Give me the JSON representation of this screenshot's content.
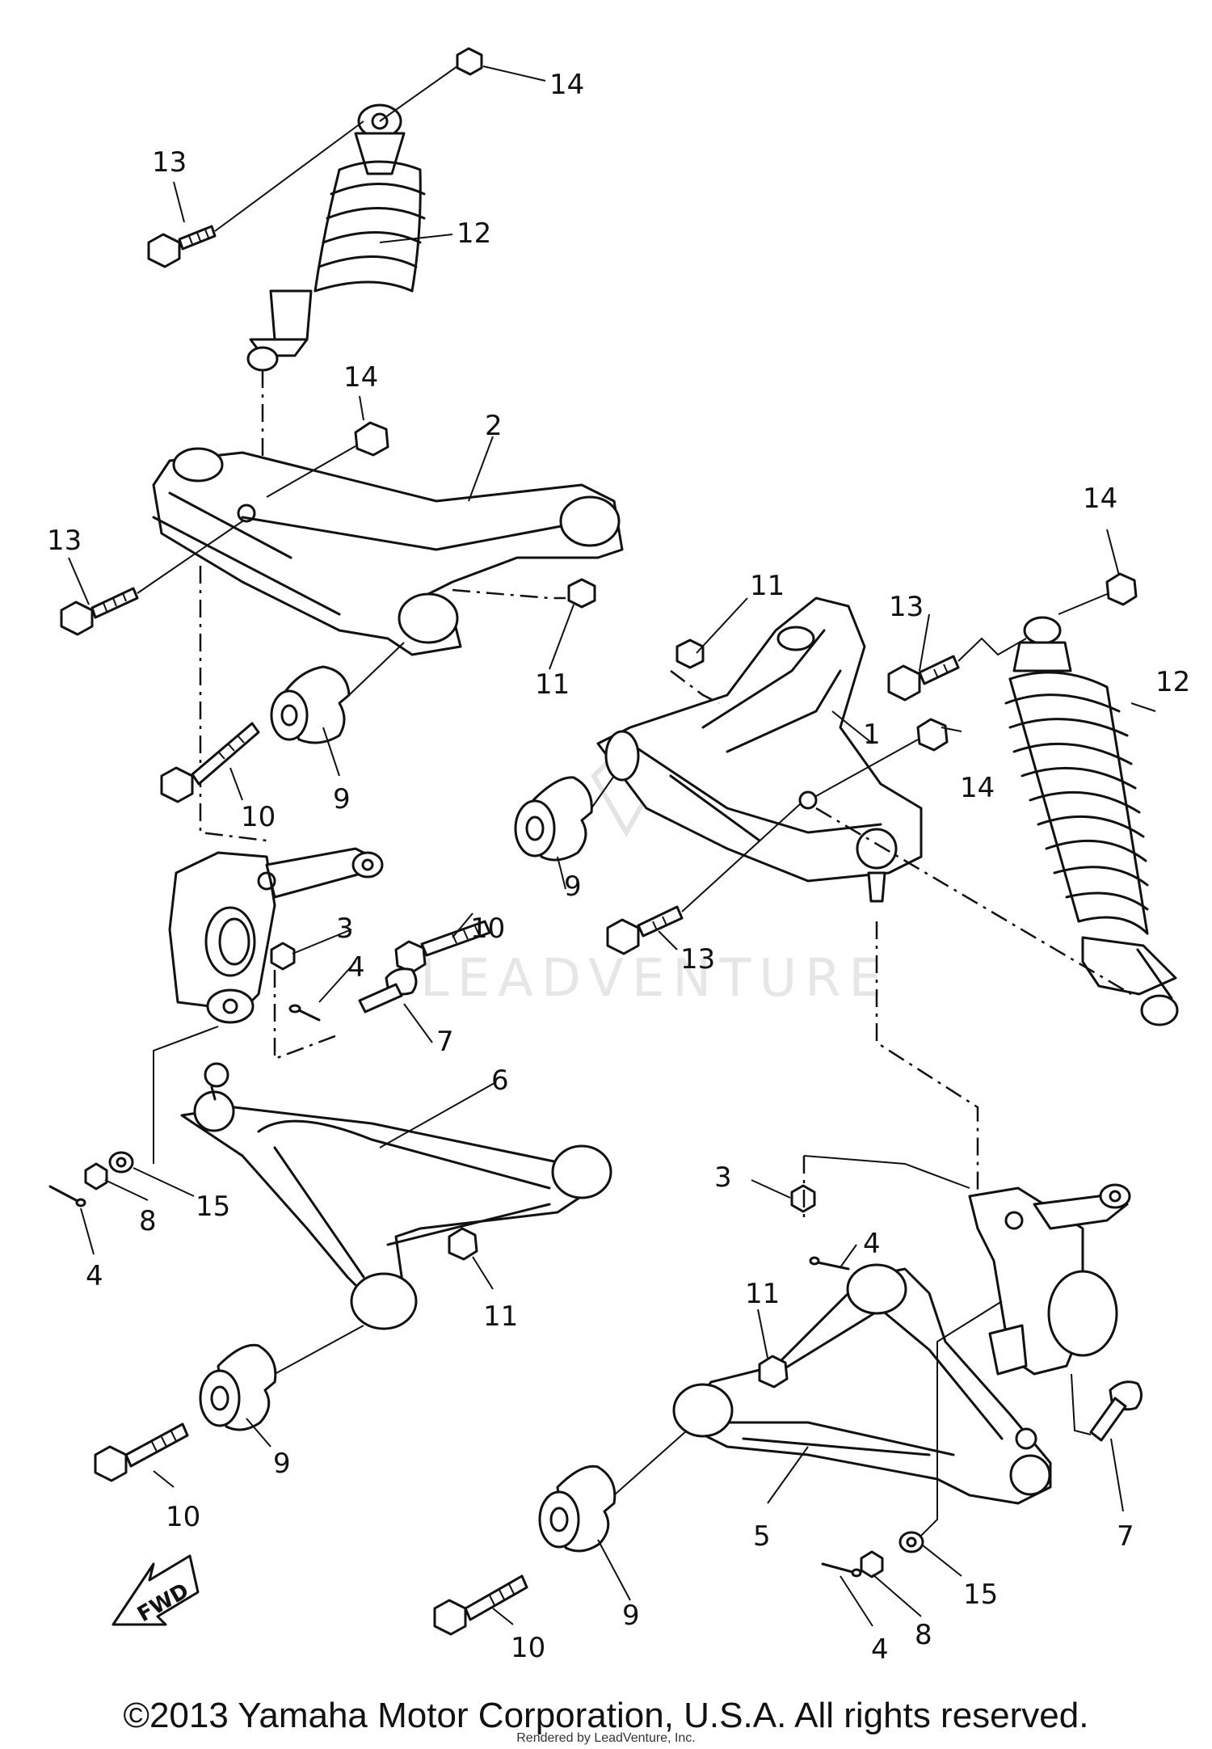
{
  "watermark": "LEADVENTURE",
  "fwd_label": "FWD",
  "copyright": "©2013 Yamaha Motor Corporation, U.S.A. All rights reserved.",
  "rendered_by": "Rendered by LeadVenture, Inc.",
  "labels": {
    "l1": "1",
    "l2": "2",
    "l3a": "3",
    "l3b": "3",
    "l4a": "4",
    "l4b": "4",
    "l4c": "4",
    "l4d": "4",
    "l5": "5",
    "l6": "6",
    "l7a": "7",
    "l7b": "7",
    "l8a": "8",
    "l8b": "8",
    "l9a": "9",
    "l9b": "9",
    "l9c": "9",
    "l9d": "9",
    "l10a": "10",
    "l10b": "10",
    "l10c": "10",
    "l10d": "10",
    "l11a": "11",
    "l11b": "11",
    "l11c": "11",
    "l11d": "11",
    "l12a": "12",
    "l12b": "12",
    "l13a": "13",
    "l13b": "13",
    "l13c": "13",
    "l13d": "13",
    "l14a": "14",
    "l14b": "14",
    "l14c": "14",
    "l14d": "14",
    "l15a": "15",
    "l15b": "15"
  }
}
